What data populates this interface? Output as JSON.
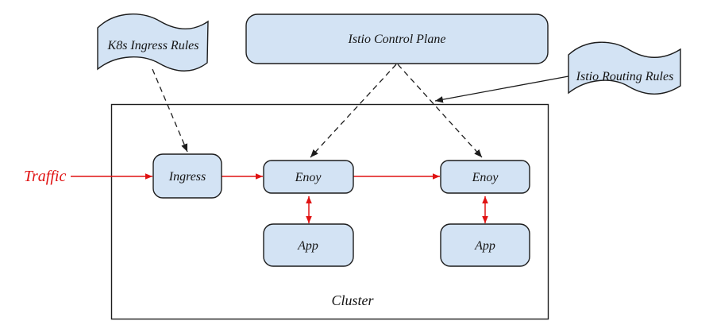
{
  "nodes": {
    "k8s_ingress_rules": "K8s Ingress Rules",
    "istio_control_plane": "Istio Control Plane",
    "istio_routing_rules": "Istio Routing Rules",
    "ingress": "Ingress",
    "envoy_left": "Enoy",
    "envoy_right": "Enoy",
    "app_left": "App",
    "app_right": "App",
    "cluster_label": "Cluster",
    "traffic_label": "Traffic"
  },
  "edges": [
    {
      "from": "traffic_label",
      "to": "ingress",
      "style": "solid",
      "color": "red",
      "arrow": "end"
    },
    {
      "from": "ingress",
      "to": "envoy_left",
      "style": "solid",
      "color": "red",
      "arrow": "end"
    },
    {
      "from": "envoy_left",
      "to": "envoy_right",
      "style": "solid",
      "color": "red",
      "arrow": "end"
    },
    {
      "from": "envoy_left",
      "to": "app_left",
      "style": "solid",
      "color": "red",
      "arrow": "both"
    },
    {
      "from": "envoy_right",
      "to": "app_right",
      "style": "solid",
      "color": "red",
      "arrow": "both"
    },
    {
      "from": "k8s_ingress_rules",
      "to": "ingress",
      "style": "dashed",
      "color": "black",
      "arrow": "end"
    },
    {
      "from": "istio_control_plane",
      "to": "envoy_left",
      "style": "dashed",
      "color": "black",
      "arrow": "end"
    },
    {
      "from": "istio_control_plane",
      "to": "envoy_right",
      "style": "dashed",
      "color": "black",
      "arrow": "end"
    },
    {
      "from": "istio_routing_rules",
      "to": "cluster",
      "style": "solid",
      "color": "black",
      "arrow": "end"
    }
  ],
  "colors": {
    "node_fill": "#d3e3f4",
    "node_stroke": "#1c1c1c",
    "traffic_red": "#e01212",
    "background": "#ffffff"
  }
}
